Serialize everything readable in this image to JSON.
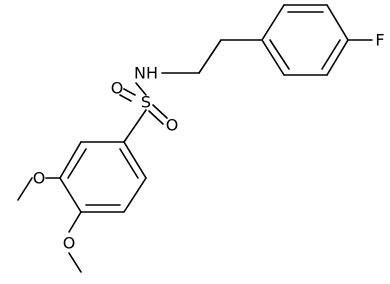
{
  "molecule": {
    "atoms": {
      "nh": "NH",
      "s": "S",
      "o_top": "O",
      "o_bottom": "O",
      "f": "F",
      "o_methoxy_3": "O",
      "o_methoxy_4": "O"
    }
  }
}
